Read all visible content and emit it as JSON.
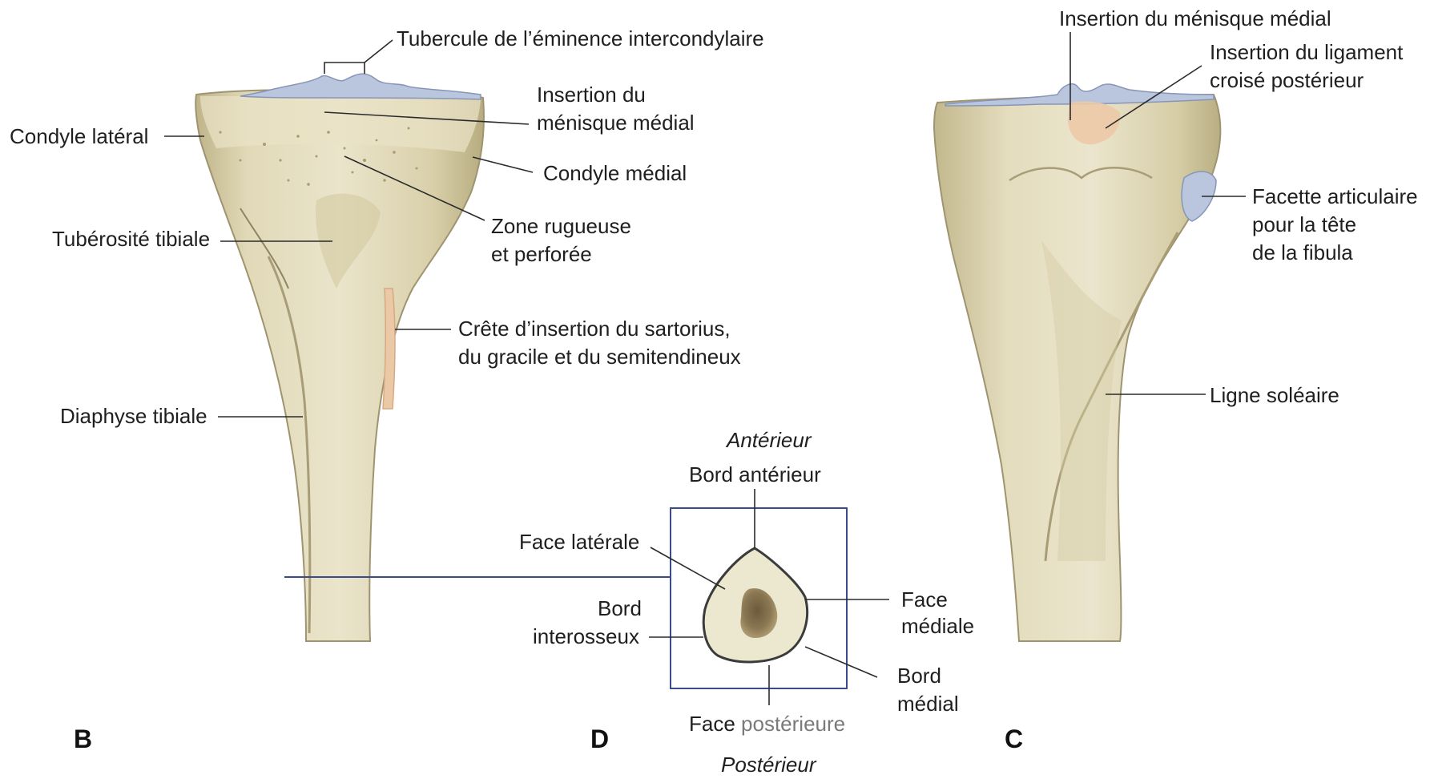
{
  "panels": {
    "B": {
      "letter": "B",
      "labels": {
        "tubercule": "Tubercule de l’éminence intercondylaire",
        "insertion_menisque_1": "Insertion du",
        "insertion_menisque_2": "ménisque médial",
        "condyle_lateral": "Condyle latéral",
        "condyle_medial": "Condyle médial",
        "zone_rugueuse_1": "Zone rugueuse",
        "zone_rugueuse_2": "et perforée",
        "tuberosite": "Tubérosité tibiale",
        "crete_1": "Crête d’insertion du sartorius,",
        "crete_2": "du gracile et du semitendineux",
        "diaphyse": "Diaphyse tibiale"
      }
    },
    "D": {
      "letter": "D",
      "labels": {
        "anterieur": "Antérieur",
        "bord_anterieur": "Bord antérieur",
        "face_laterale": "Face latérale",
        "bord_interosseux_1": "Bord",
        "bord_interosseux_2": "interosseux",
        "face_mediale_1": "Face",
        "face_mediale_2": "médiale",
        "bord_medial_1": "Bord",
        "bord_medial_2": "médial",
        "face_posterieure_a": "Face ",
        "face_posterieure_b": "postérieure",
        "posterieur": "Postérieur"
      }
    },
    "C": {
      "letter": "C",
      "labels": {
        "insertion_menisque": "Insertion du ménisque médial",
        "ligament_1": "Insertion du ligament",
        "ligament_2": "croisé postérieur",
        "facette_1": "Facette articulaire",
        "facette_2": "pour la tête",
        "facette_3": "de la fibula",
        "ligne_soleaire": "Ligne soléaire"
      }
    }
  },
  "colors": {
    "bone": "#e6dfc3",
    "bone_shadow": "#c9bf98",
    "cartilage": "#b9c6dd",
    "insertion_pink": "#ecc9a6",
    "leader": "#2b2b2b",
    "box": "#3a4a8a"
  }
}
